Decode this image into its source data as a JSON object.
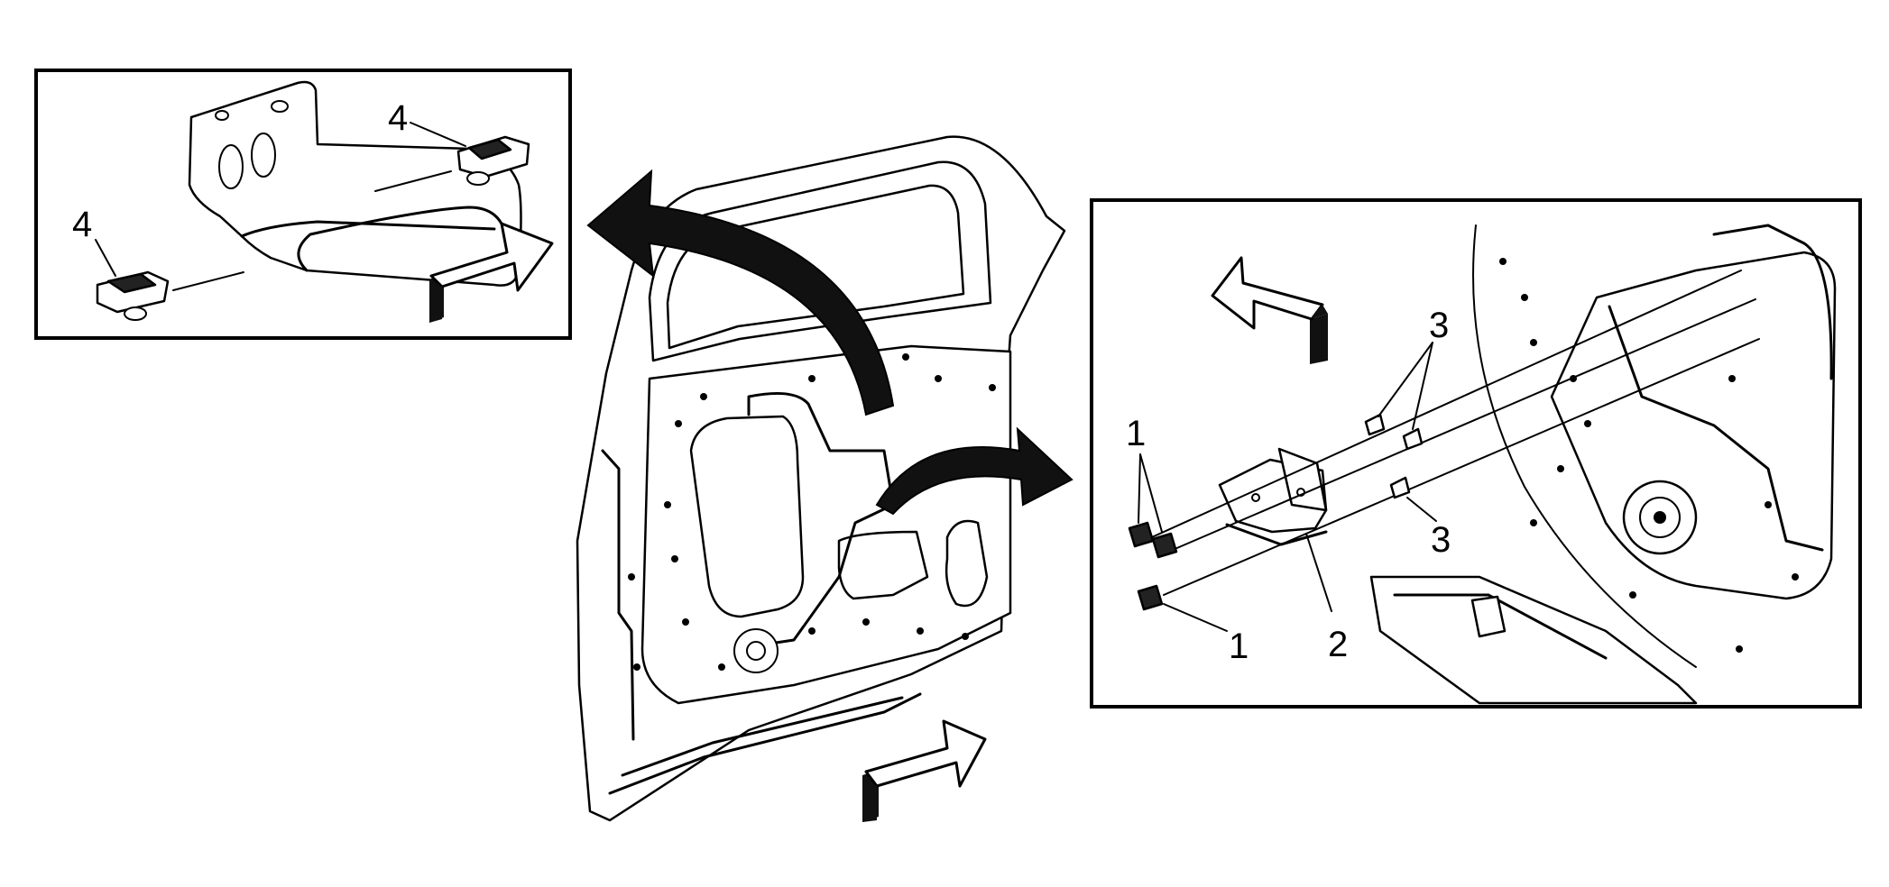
{
  "diagram": {
    "callouts": {
      "left_upper_clip": "4",
      "left_lower_clip": "4",
      "upper_clips": "3",
      "lower_clip": "3",
      "bolts_upper": "1",
      "bolt_lower": "1",
      "bracket": "2"
    }
  }
}
